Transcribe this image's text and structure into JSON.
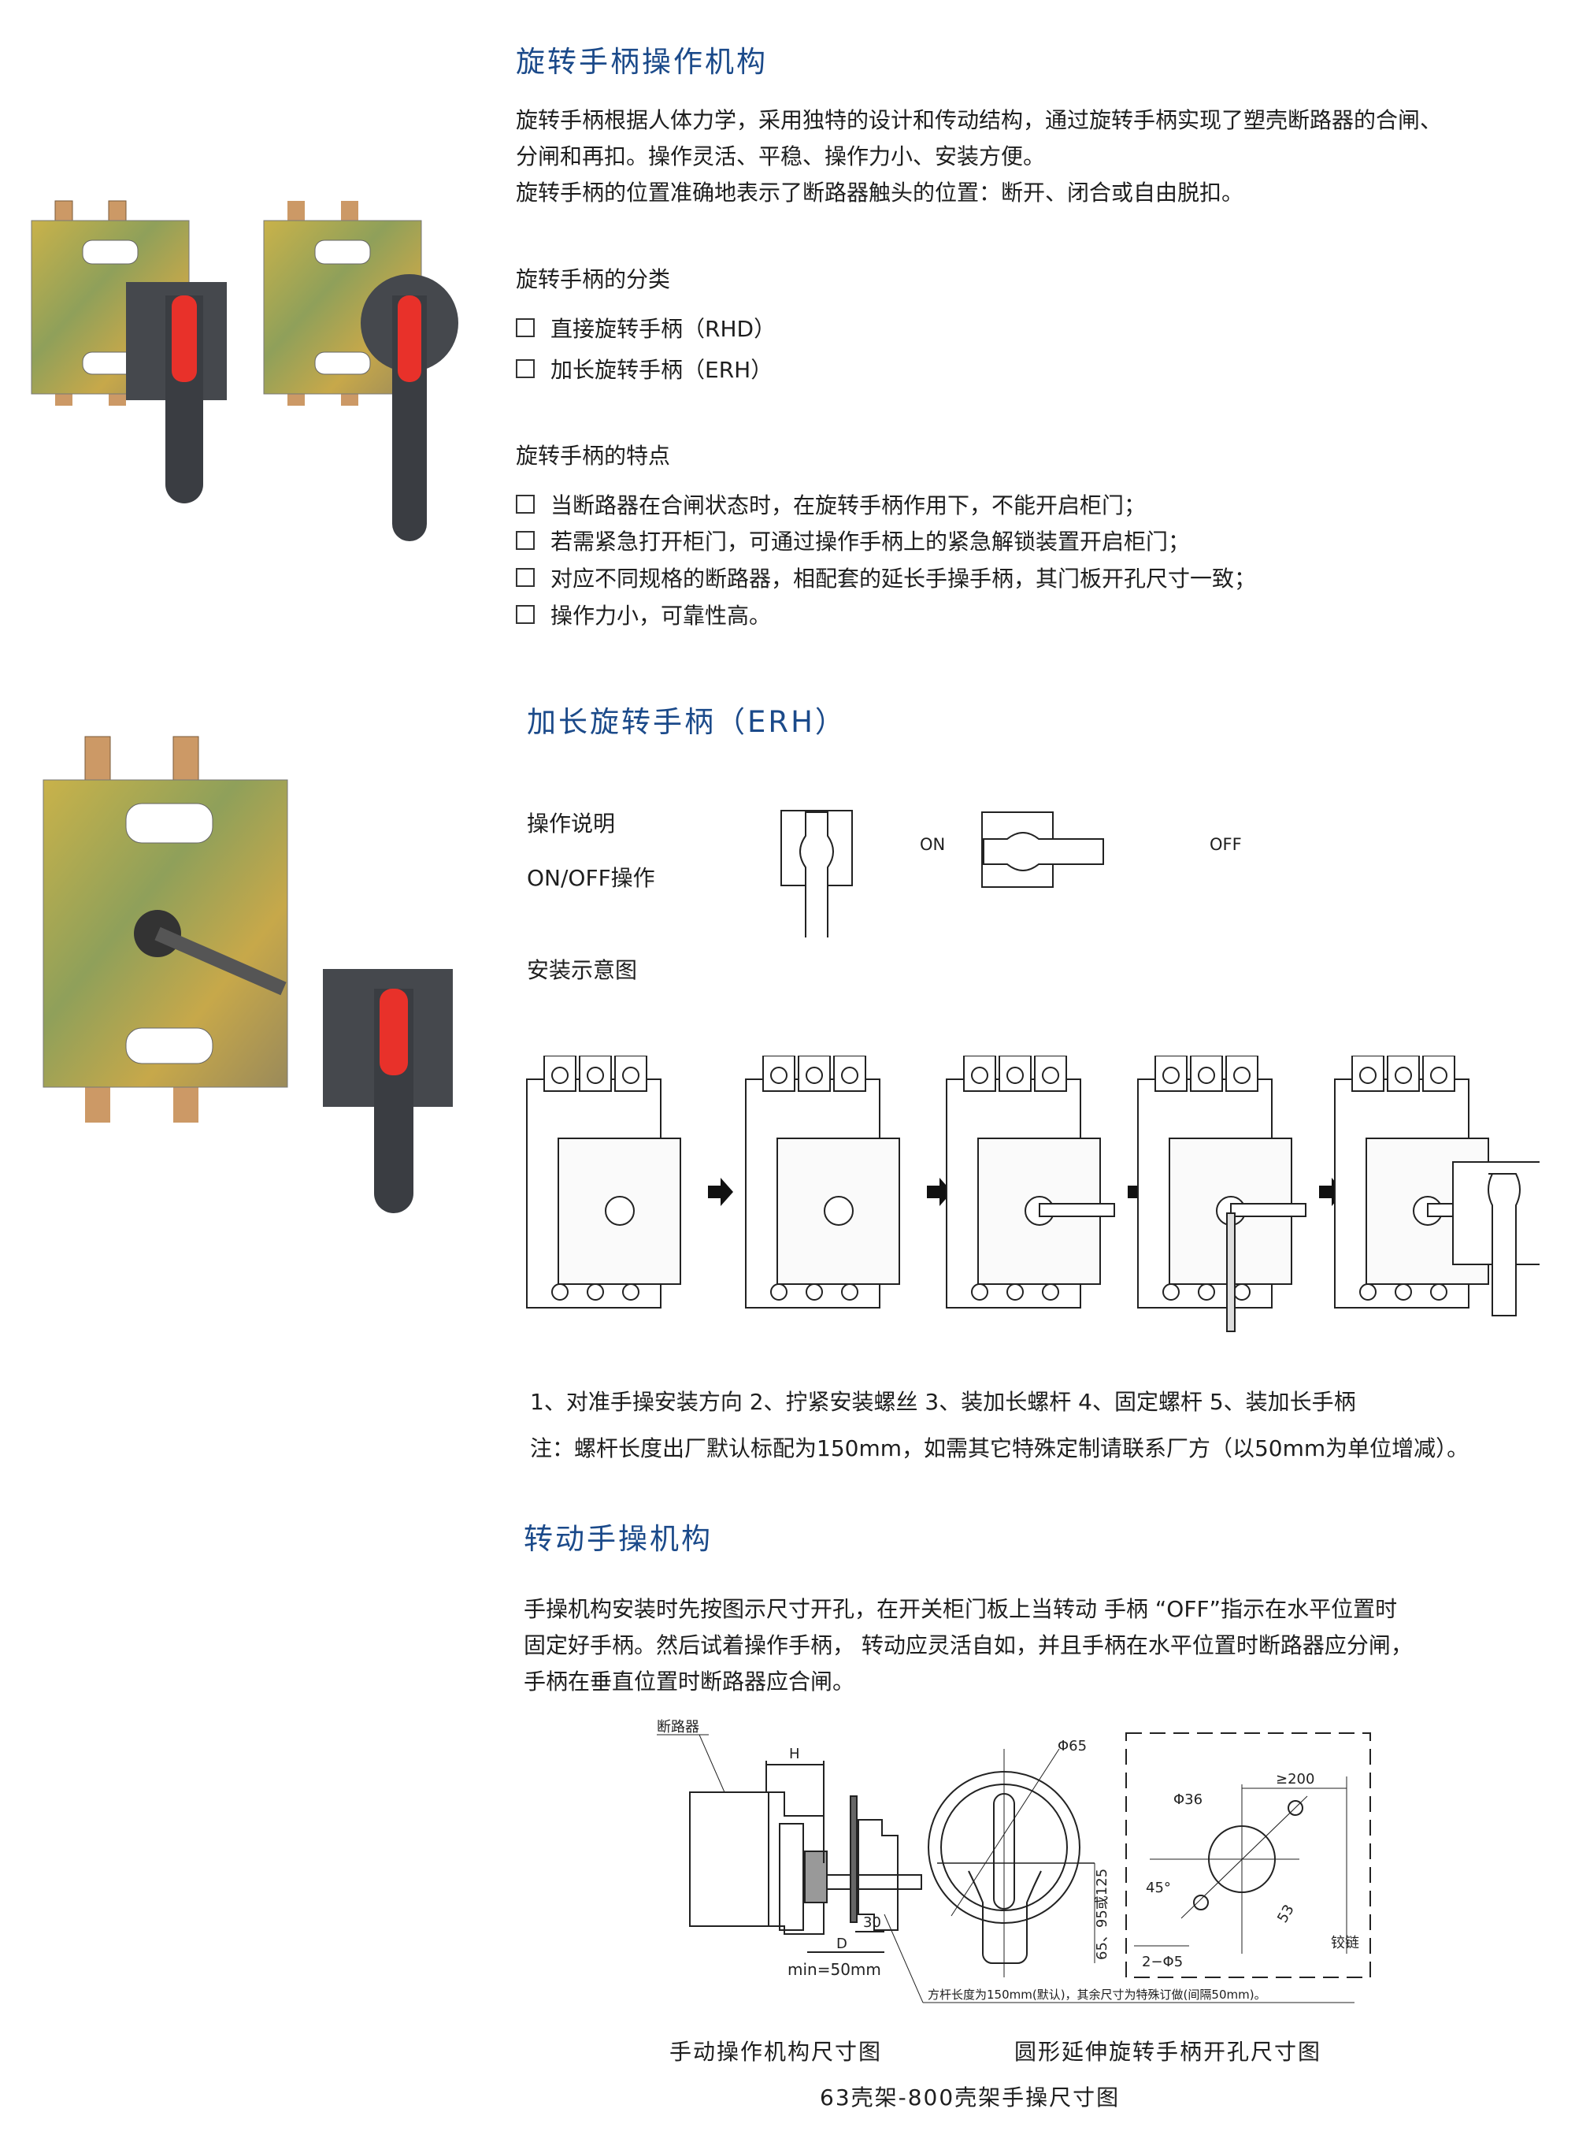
{
  "section1": {
    "title": "旋转手柄操作机构",
    "paragraph": [
      "旋转手柄根据人体力学，采用独特的设计和传动结构，通过旋转手柄实现了塑壳断路器的合闸、",
      "分闸和再扣。操作灵活、平稳、操作力小、安装方便。",
      "旋转手柄的位置准确地表示了断路器触头的位置：断开、闭合或自由脱扣。"
    ],
    "types_heading": "旋转手柄的分类",
    "types": [
      "直接旋转手柄（RHD）",
      "加长旋转手柄（ERH）"
    ],
    "features_heading": "旋转手柄的特点",
    "features": [
      "当断路器在合闸状态时，在旋转手柄作用下，不能开启柜门；",
      "若需紧急打开柜门，可通过操作手柄上的紧急解锁装置开启柜门；",
      "对应不同规格的断路器，相配套的延长手操手柄，其门板开孔尺寸一致；",
      "操作力小，可靠性高。"
    ]
  },
  "section2": {
    "title": "加长旋转手柄（ERH）",
    "operation_label": "操作说明",
    "onoff_label": "ON/OFF操作",
    "on_label": "ON",
    "off_label": "OFF",
    "install_label": "安装示意图",
    "steps": "1、对准手操安装方向   2、拧紧安装螺丝   3、装加长螺杆   4、固定螺杆   5、装加长手柄",
    "note": "注：螺杆长度出厂默认标配为150mm，如需其它特殊定制请联系厂方（以50mm为单位增减）。"
  },
  "section3": {
    "title": "转动手操机构",
    "paragraph": [
      "手操机构安装时先按图示尺寸开孔，在开关柜门板上当转动 手柄 “OFF”指示在水平位置时",
      "固定好手柄。然后试着操作手柄， 转动应灵活自如，并且手柄在水平位置时断路器应分闸，",
      "手柄在垂直位置时断路器应合闸。"
    ],
    "diagram": {
      "breaker": "断路器",
      "H": "H",
      "D": "D",
      "d30": "30",
      "min": "min=50mm",
      "phi65": "Φ65",
      "height": "65、95或125",
      "ge200": "≥200",
      "phi36": "Φ36",
      "angle": "45°",
      "d53": "53",
      "holes": "2−Φ5",
      "hinge": "铰链",
      "rod_note": "方杆长度为150mm(默认)，其余尺寸为特殊订做(间隔50mm)。"
    },
    "caption_left": "手动操作机构尺寸图",
    "caption_right": "圆形延伸旋转手柄开孔尺寸图",
    "caption_main": "63壳架-800壳架手操尺寸图"
  },
  "colors": {
    "accent": "#1b4a8a",
    "handle_red": "#e8312a",
    "handle_dark": "#3a3d42"
  }
}
